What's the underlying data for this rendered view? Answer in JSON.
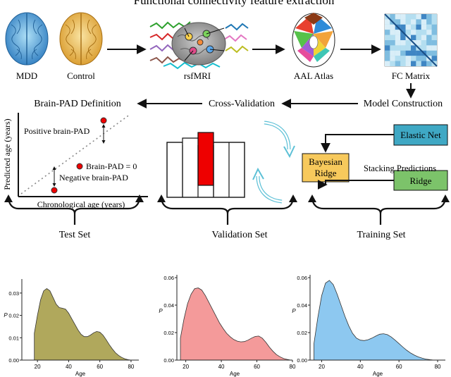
{
  "header": {
    "title": "Functional connectivity feature extraction"
  },
  "pipeline": {
    "mdd": "MDD",
    "control": "Control",
    "rsfmri": "rsfMRI",
    "aal": "AAL Atlas",
    "fc": "FC Matrix"
  },
  "flow": {
    "brain_pad_definition": "Brain-PAD   Definition",
    "cross_validation": "Cross-Validation",
    "model_construction": "Model Construction"
  },
  "pad_plot": {
    "xlabel": "Chronological age (years)",
    "ylabel": "Predicted age (years)",
    "positive": "Positive brain-PAD",
    "zero": "Brain-PAD = 0",
    "negative": "Negative brain-PAD"
  },
  "stacking": {
    "elastic_net": "Elastic Net",
    "bayesian_ridge": "Bayesian\nRidge",
    "bayesian_line1": "Bayesian",
    "bayesian_line2": "Ridge",
    "ridge": "Ridge",
    "stacking_label": "Stacking Predictions"
  },
  "colors": {
    "test": "#b0a85c",
    "validation": "#f49a9a",
    "training": "#8dc8f0",
    "elastic": "#3fa8c4",
    "bayes": "#f7c95c",
    "ridge": "#7cc36a",
    "cv_block": "#ee0000",
    "arrow_cycle": "#5cc0d6"
  },
  "chart_data": [
    {
      "type": "area",
      "title": "Test Set",
      "xlabel": "Age",
      "ylabel": "P",
      "xlim": [
        10,
        85
      ],
      "ylim": [
        0,
        0.035
      ],
      "xticks": [
        20,
        40,
        60,
        80
      ],
      "yticks": [
        0.0,
        0.01,
        0.02,
        0.03
      ],
      "ytick_labels": [
        "0.00",
        "0.01",
        "0.02",
        "0.03"
      ],
      "x": [
        18,
        20,
        22,
        24,
        26,
        28,
        30,
        32,
        34,
        36,
        38,
        40,
        42,
        44,
        46,
        48,
        50,
        52,
        54,
        56,
        58,
        60,
        62,
        64,
        66,
        68,
        70,
        72,
        74,
        76,
        78,
        80
      ],
      "y": [
        0.012,
        0.02,
        0.027,
        0.031,
        0.032,
        0.031,
        0.028,
        0.025,
        0.0235,
        0.0232,
        0.0228,
        0.021,
        0.0185,
        0.016,
        0.0135,
        0.0115,
        0.0105,
        0.0105,
        0.0112,
        0.0122,
        0.0128,
        0.0125,
        0.0112,
        0.0092,
        0.007,
        0.005,
        0.0033,
        0.0021,
        0.0012,
        0.0006,
        0.0002,
        0.0
      ]
    },
    {
      "type": "area",
      "title": "Validation Set",
      "xlabel": "Age",
      "ylabel": "P",
      "xlim": [
        15,
        80
      ],
      "ylim": [
        0,
        0.06
      ],
      "xticks": [
        20,
        40,
        60,
        80
      ],
      "yticks": [
        0.0,
        0.02,
        0.04,
        0.06
      ],
      "ytick_labels": [
        "0.00",
        "0.02",
        "0.04",
        "0.06"
      ],
      "x": [
        17,
        19,
        21,
        23,
        25,
        27,
        29,
        31,
        33,
        35,
        37,
        39,
        41,
        43,
        45,
        47,
        49,
        51,
        53,
        55,
        57,
        59,
        61,
        63,
        65,
        67,
        69,
        71,
        73,
        75,
        77,
        79
      ],
      "y": [
        0.016,
        0.03,
        0.041,
        0.048,
        0.052,
        0.0525,
        0.051,
        0.047,
        0.042,
        0.037,
        0.032,
        0.027,
        0.023,
        0.0195,
        0.017,
        0.015,
        0.0138,
        0.0133,
        0.0135,
        0.0145,
        0.016,
        0.0172,
        0.0175,
        0.016,
        0.013,
        0.0095,
        0.0065,
        0.004,
        0.0024,
        0.0012,
        0.0005,
        0.0
      ]
    },
    {
      "type": "area",
      "title": "Training Set",
      "xlabel": "Age",
      "ylabel": "P",
      "xlim": [
        14,
        84
      ],
      "ylim": [
        0,
        0.06
      ],
      "xticks": [
        20,
        40,
        60,
        80
      ],
      "yticks": [
        0.0,
        0.02,
        0.04,
        0.06
      ],
      "ytick_labels": [
        "0.00",
        "0.02",
        "0.04",
        "0.06"
      ],
      "x": [
        16,
        18,
        20,
        22,
        24,
        26,
        28,
        30,
        32,
        34,
        36,
        38,
        40,
        42,
        44,
        46,
        48,
        50,
        52,
        54,
        56,
        58,
        60,
        62,
        64,
        66,
        68,
        70,
        72,
        74,
        76,
        78
      ],
      "y": [
        0.012,
        0.031,
        0.047,
        0.056,
        0.058,
        0.055,
        0.048,
        0.04,
        0.032,
        0.025,
        0.0195,
        0.016,
        0.0145,
        0.0142,
        0.0148,
        0.016,
        0.0175,
        0.0188,
        0.0192,
        0.0185,
        0.0168,
        0.0145,
        0.012,
        0.0095,
        0.0072,
        0.0052,
        0.0036,
        0.0023,
        0.0014,
        0.0007,
        0.0003,
        0.0
      ]
    }
  ]
}
